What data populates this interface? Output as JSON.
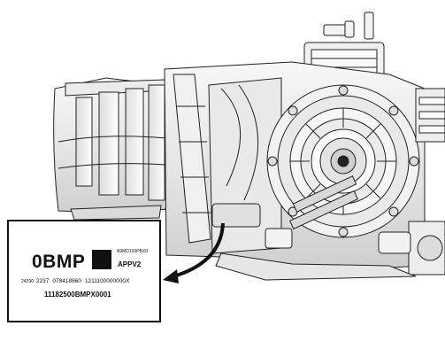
{
  "label": {
    "code": "0BMP",
    "tiny_text": "A9MD100PBX0",
    "approval": "APPV2",
    "row1": [
      "24290",
      "2237",
      "078418860",
      "1211100000000X"
    ],
    "serial": "11182500BMPX0001"
  },
  "colors": {
    "line": "#222222",
    "casing_light": "#f4f4f4",
    "casing_mid": "#e2e2e2",
    "casing_dark": "#bdbdbd",
    "label_fill": "#111111"
  },
  "icons": {
    "callout": "curved-arrow-icon"
  }
}
